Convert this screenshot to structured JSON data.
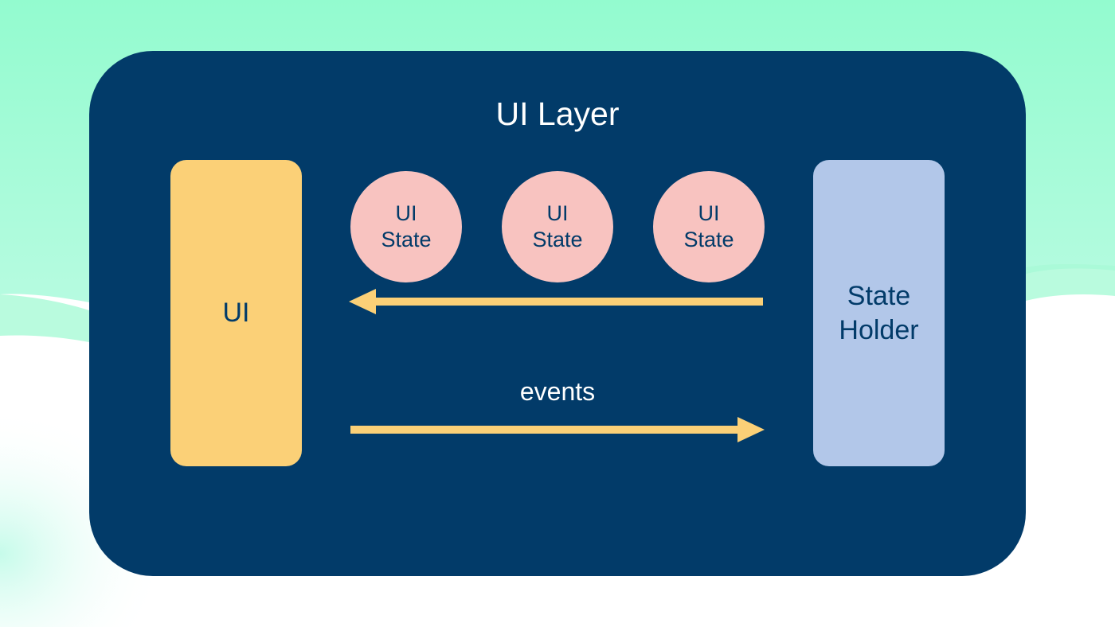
{
  "layer": {
    "title": "UI Layer"
  },
  "ui": {
    "label": "UI"
  },
  "state_holder": {
    "line1": "State",
    "line2": "Holder"
  },
  "states": [
    {
      "line1": "UI",
      "line2": "State"
    },
    {
      "line1": "UI",
      "line2": "State"
    },
    {
      "line1": "UI",
      "line2": "State"
    }
  ],
  "events": {
    "label": "events"
  },
  "colors": {
    "layer_bg": "#023b69",
    "ui_box": "#fbd077",
    "state_holder_box": "#b2c7e9",
    "ui_state_circle": "#f8c3c0",
    "arrow": "#fbd077",
    "background_accent": "#93fbcf"
  }
}
